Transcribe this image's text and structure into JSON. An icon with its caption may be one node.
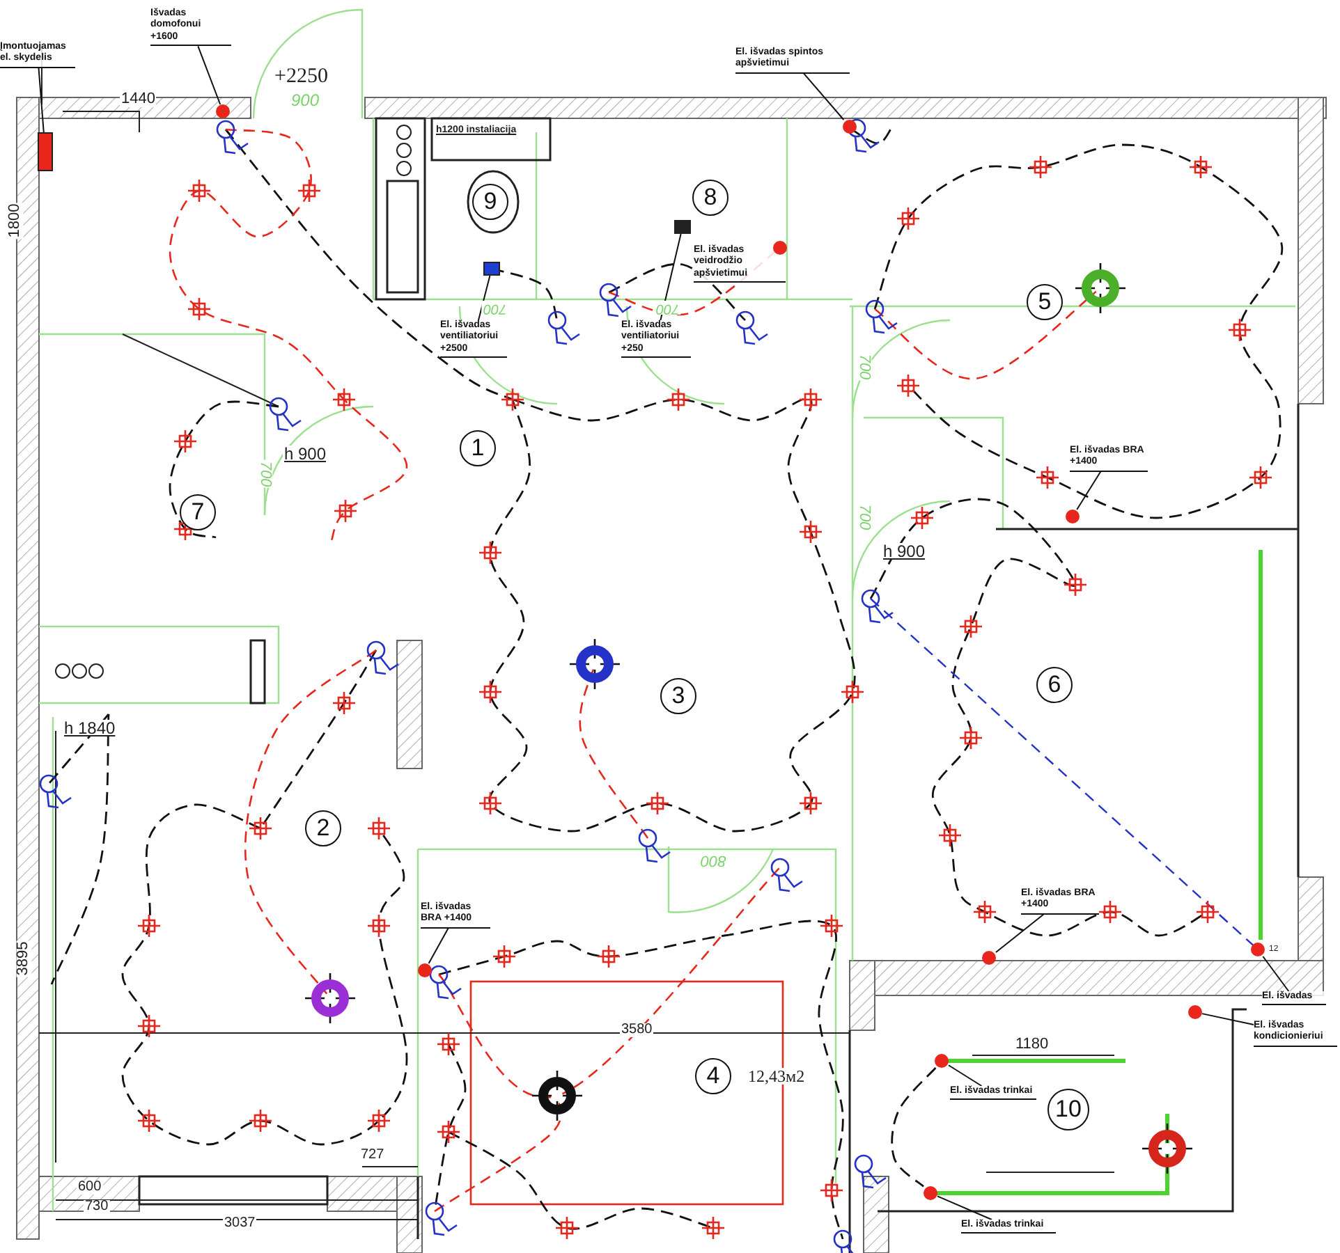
{
  "diagram": {
    "nodes": [
      {
        "text": [
          "Įmontuojamas el. skydelis"
        ]
      },
      {
        "text": [],
        "shape": "box"
      },
      {
        "text": [
          "Išvadas domofonui",
          "+1600"
        ]
      },
      {
        "text": [],
        "shape": "circle"
      },
      {
        "text": [
          "El. išvadas spintos apšvietimui"
        ]
      },
      {
        "text": [],
        "shape": "circle"
      },
      {
        "text": [
          "El. išvadas veidrodžio apšvietimui"
        ]
      },
      {
        "text": [],
        "shape": "circle"
      },
      {
        "text": [
          "El. išvadas ventiliatoriui +2500"
        ]
      },
      {
        "text": [],
        "shape": "box"
      },
      {
        "text": [
          "El. išvadas ventiliatoriui +250"
        ]
      },
      {
        "text": [],
        "shape": "box"
      },
      {
        "text": [
          "El. išvadas BRA +1400"
        ]
      },
      {
        "text": [],
        "shape": "circle"
      },
      {
        "text": [
          "El. išvadas BRA +1400"
        ]
      },
      {
        "text": [],
        "shape": "circle"
      },
      {
        "text": [
          "El. išvadas"
        ]
      },
      {
        "text": [],
        "shape": "circle",
        "beside": [
          "12"
        ]
      },
      {
        "text": [
          "El. išvadas kondicionieriui"
        ]
      },
      {
        "text": [],
        "shape": "circle"
      },
      {
        "text": [
          "El. išvadas trinkai"
        ]
      },
      {
        "text": [],
        "shape": "circle"
      },
      {
        "text": [
          "El. išvadas trinkai"
        ]
      },
      {
        "text": [],
        "shape": "circle"
      },
      {
        "text": [
          "El. išvadas BRA +1400"
        ]
      },
      {
        "text": [],
        "shape": "circle"
      },
      {
        "text": [
          "1"
        ]
      },
      {
        "text": [
          "2"
        ]
      },
      {
        "text": [
          "3"
        ]
      },
      {
        "text": [
          "4"
        ]
      },
      {
        "text": [
          "5"
        ]
      },
      {
        "text": [
          "6"
        ]
      },
      {
        "text": [
          "7"
        ]
      },
      {
        "text": [
          "8"
        ]
      },
      {
        "text": [
          "9"
        ]
      },
      {
        "text": [
          "10"
        ]
      }
    ],
    "edges": [
      {
        "from": 0,
        "to": 1,
        "arrow": "none"
      },
      {
        "from": 2,
        "to": 3,
        "arrow": "none"
      },
      {
        "from": 4,
        "to": 5,
        "arrow": "none"
      },
      {
        "from": 6,
        "to": 7,
        "arrow": "none"
      },
      {
        "from": 8,
        "to": 9,
        "arrow": "none"
      },
      {
        "from": 10,
        "to": 11,
        "arrow": "none"
      },
      {
        "from": 12,
        "to": 13,
        "arrow": "none"
      },
      {
        "from": 14,
        "to": 15,
        "arrow": "none"
      },
      {
        "from": 16,
        "to": 17,
        "arrow": "none"
      },
      {
        "from": 18,
        "to": 19,
        "arrow": "none"
      },
      {
        "from": 20,
        "to": 21,
        "arrow": "none"
      },
      {
        "from": 22,
        "to": 23,
        "arrow": "none"
      },
      {
        "from": 24,
        "to": 25,
        "arrow": "none"
      },
      {
        "from": 21,
        "to": 23,
        "arrow": "none",
        "style": "dashed"
      }
    ],
    "labels": [
      "+2250",
      "900",
      "1440",
      "1800",
      "h1200 instaliacija",
      "h 900",
      "700",
      "h 900",
      "700",
      "700",
      "h 1840",
      "3895",
      "600",
      "730",
      "3037",
      "727",
      "800",
      "3580",
      "12,43м2",
      "1180",
      "700",
      "700"
    ]
  }
}
